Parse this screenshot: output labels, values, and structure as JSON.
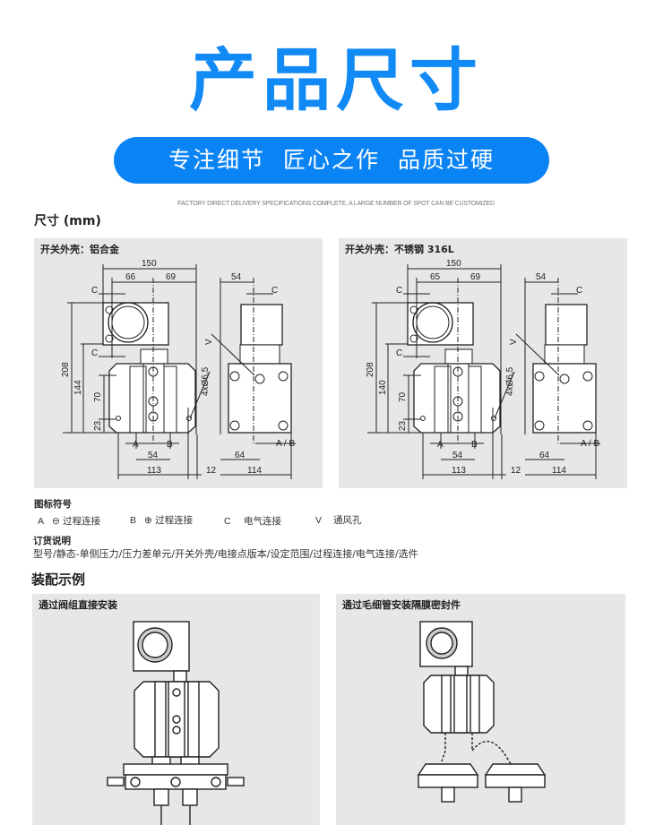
{
  "header": {
    "title": "产品尺寸",
    "slogan": "专注细节 匠心之作 品质过硬",
    "tagline": "FACTORY DIRECT DELIVERY SPECIFICATIONS COMPLETE, A LARGE NUMBER OF SPOT CAN BE CUSTOMIZED"
  },
  "dimensions": {
    "heading": "尺寸 (mm)",
    "panels": [
      {
        "title": "开关外壳：铝合金",
        "w150": "150",
        "left": "66",
        "right": "69",
        "c": "C",
        "h208": "208",
        "h144": "144",
        "h70": "70",
        "h23": "23",
        "holes": "4xØ6,5",
        "a": "A",
        "b": "B",
        "d54": "54",
        "d113": "113",
        "d12": "12",
        "s54": "54",
        "v": "V",
        "ab": "A / B",
        "d64": "64",
        "d114": "114"
      },
      {
        "title": "开关外壳：不锈钢 316L",
        "w150": "150",
        "left": "65",
        "right": "69",
        "c": "C",
        "h208": "208",
        "h144": "140",
        "h70": "70",
        "h23": "23",
        "holes": "4xØ6,5",
        "a": "A",
        "b": "B",
        "d54": "54",
        "d113": "113",
        "d12": "12",
        "s54": "54",
        "v": "V",
        "ab": "A / B",
        "d64": "64",
        "d114": "114"
      }
    ]
  },
  "legend": {
    "heading": "图标符号",
    "items": [
      {
        "key": "A",
        "label": "⊖ 过程连接"
      },
      {
        "key": "B",
        "label": "⊕ 过程连接"
      },
      {
        "key": "C",
        "label": "电气连接"
      },
      {
        "key": "V",
        "label": "通风孔"
      }
    ]
  },
  "order": {
    "heading": "订货说明",
    "text": "型号/静态-单侧压力/压力差单元/开关外壳/电接点版本/设定范围/过程连接/电气连接/选件"
  },
  "assembly": {
    "heading": "装配示例",
    "panels": [
      {
        "title": "通过阀组直接安装"
      },
      {
        "title": "通过毛细管安装隔膜密封件"
      }
    ]
  }
}
